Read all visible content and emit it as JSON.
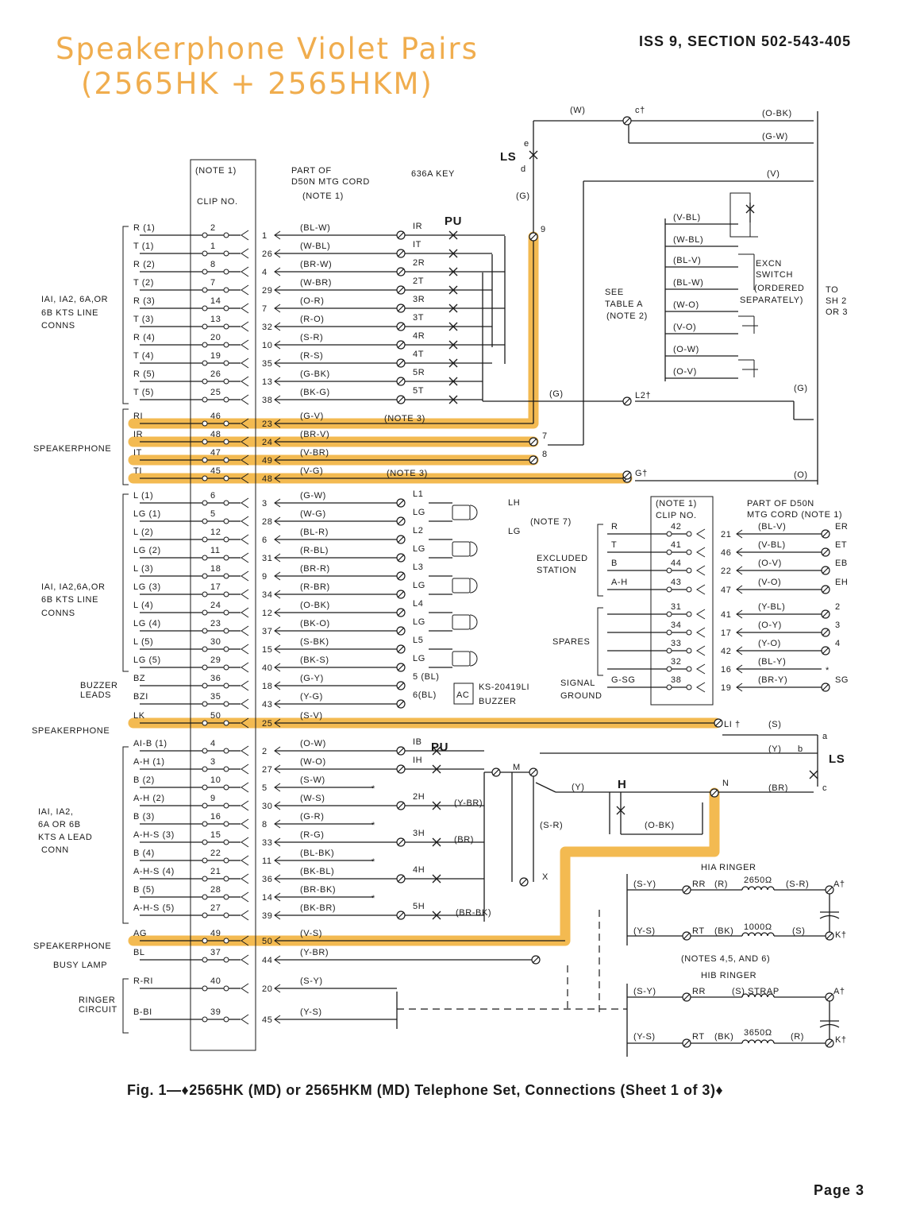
{
  "header": {
    "title_line1": "Speakerphone Violet Pairs",
    "title_line2": "(2565HK + 2565HKM)",
    "issue": "ISS 9, SECTION 502-543-405"
  },
  "figure": {
    "caption": "Fig. 1—♦2565HK (MD) or 2565HKM (MD) Telephone Set, Connections (Sheet 1 of 3)♦",
    "page": "Page 3",
    "highlight_color": "#f2b23e"
  },
  "block_labels": {
    "note1": "(NOTE 1)",
    "clip_no": "CLIP NO.",
    "part_d50n_1": "PART OF",
    "part_d50n_2": "D50N MTG CORD",
    "part_d50n_3": "(NOTE 1)",
    "key_636a": "636A KEY",
    "ls": "LS",
    "pu": "PU",
    "kts1_1": "IAI, IA2, 6A,OR",
    "kts1_2": "6B KTS LINE",
    "kts1_3": "CONNS",
    "speakerphone": "SPEAKERPHONE",
    "kts2_1": "IAI, IA2,6A,OR",
    "kts2_2": "6B KTS LINE",
    "kts2_3": "CONNS",
    "buzzer1": "BUZZER",
    "buzzer2": "LEADS",
    "kts3_1": "IAI, IA2,",
    "kts3_2": "6A OR 6B",
    "kts3_3": "KTS A LEAD",
    "kts3_4": "CONN",
    "busy_lamp": "BUSY LAMP",
    "ringer1": "RINGER",
    "ringer2": "CIRCUIT",
    "see_table1": "SEE",
    "see_table2": "TABLE A",
    "see_table3": "(NOTE 2)",
    "excn1": "EXCN",
    "excn2": "SWITCH",
    "excn3": "(ORDERED",
    "excn4": "SEPARATELY)",
    "tosh1": "TO",
    "tosh2": "SH 2",
    "tosh3": "OR 3",
    "note7": "(NOTE 7)",
    "note3": "(NOTE 3)",
    "excluded1": "EXCLUDED",
    "excluded2": "STATION",
    "spares": "SPARES",
    "signal1": "SIGNAL",
    "signal2": "GROUND",
    "part_d50n_r1": "PART OF D50N",
    "part_d50n_r2": "MTG CORD (NOTE 1)",
    "buzzer_part": "KS-20419LI",
    "buzzer_word": "BUZZER",
    "h1a_ringer": "HIA RINGER",
    "h1b_ringer": "HIB RINGER",
    "notes456": "(NOTES 4,5, AND 6)",
    "strap": "(S) STRAP",
    "lh": "LH",
    "lg": "LG",
    "ac": "AC"
  },
  "rows_top": [
    {
      "lead": "R (1)",
      "clip": "2",
      "pin": "1",
      "color": "(BL-W)",
      "term": "IR"
    },
    {
      "lead": "T (1)",
      "clip": "1",
      "pin": "26",
      "color": "(W-BL)",
      "term": "IT"
    },
    {
      "lead": "R (2)",
      "clip": "8",
      "pin": "4",
      "color": "(BR-W)",
      "term": "2R"
    },
    {
      "lead": "T (2)",
      "clip": "7",
      "pin": "29",
      "color": "(W-BR)",
      "term": "2T"
    },
    {
      "lead": "R (3)",
      "clip": "14",
      "pin": "7",
      "color": "(O-R)",
      "term": "3R"
    },
    {
      "lead": "T (3)",
      "clip": "13",
      "pin": "32",
      "color": "(R-O)",
      "term": "3T"
    },
    {
      "lead": "R (4)",
      "clip": "20",
      "pin": "10",
      "color": "(S-R)",
      "term": "4R"
    },
    {
      "lead": "T (4)",
      "clip": "19",
      "pin": "35",
      "color": "(R-S)",
      "term": "4T"
    },
    {
      "lead": "R (5)",
      "clip": "26",
      "pin": "13",
      "color": "(G-BK)",
      "term": "5R"
    },
    {
      "lead": "T (5)",
      "clip": "25",
      "pin": "38",
      "color": "(BK-G)",
      "term": "5T"
    }
  ],
  "rows_speaker": [
    {
      "lead": "RI",
      "clip": "46",
      "pin": "23",
      "color": "(G-V)",
      "term": ""
    },
    {
      "lead": "IR",
      "clip": "48",
      "pin": "24",
      "color": "(BR-V)",
      "term": "7"
    },
    {
      "lead": "IT",
      "clip": "47",
      "pin": "49",
      "color": "(V-BR)",
      "term": "8"
    },
    {
      "lead": "TI",
      "clip": "45",
      "pin": "48",
      "color": "(V-G)",
      "term": "G"
    }
  ],
  "rows_lamp": [
    {
      "lead": "L (1)",
      "clip": "6",
      "pin": "3",
      "color": "(G-W)",
      "term": "L1"
    },
    {
      "lead": "LG (1)",
      "clip": "5",
      "pin": "28",
      "color": "(W-G)",
      "term": "LG"
    },
    {
      "lead": "L (2)",
      "clip": "12",
      "pin": "6",
      "color": "(BL-R)",
      "term": "L2"
    },
    {
      "lead": "LG (2)",
      "clip": "11",
      "pin": "31",
      "color": "(R-BL)",
      "term": "LG"
    },
    {
      "lead": "L (3)",
      "clip": "18",
      "pin": "9",
      "color": "(BR-R)",
      "term": "L3"
    },
    {
      "lead": "LG (3)",
      "clip": "17",
      "pin": "34",
      "color": "(R-BR)",
      "term": "LG"
    },
    {
      "lead": "L (4)",
      "clip": "24",
      "pin": "12",
      "color": "(O-BK)",
      "term": "L4"
    },
    {
      "lead": "LG (4)",
      "clip": "23",
      "pin": "37",
      "color": "(BK-O)",
      "term": "LG"
    },
    {
      "lead": "L (5)",
      "clip": "30",
      "pin": "15",
      "color": "(S-BK)",
      "term": "L5"
    },
    {
      "lead": "LG (5)",
      "clip": "29",
      "pin": "40",
      "color": "(BK-S)",
      "term": "LG"
    },
    {
      "lead": "BZ",
      "clip": "36",
      "pin": "18",
      "color": "(G-Y)",
      "term": "5 (BL)"
    },
    {
      "lead": "BZI",
      "clip": "35",
      "pin": "43",
      "color": "(Y-G)",
      "term": "6(BL)"
    }
  ],
  "row_lk": {
    "lead": "LK",
    "clip": "50",
    "pin": "25",
    "color": "(S-V)",
    "term": "LI"
  },
  "rows_alead": [
    {
      "lead": "AI-B (1)",
      "clip": "4",
      "pin": "2",
      "color": "(O-W)",
      "term": "IB"
    },
    {
      "lead": "A-H (1)",
      "clip": "3",
      "pin": "27",
      "color": "(W-O)",
      "term": "IH"
    },
    {
      "lead": "B (2)",
      "clip": "10",
      "pin": "5",
      "color": "(S-W)",
      "term": "*"
    },
    {
      "lead": "A-H (2)",
      "clip": "9",
      "pin": "30",
      "color": "(W-S)",
      "term": "2H"
    },
    {
      "lead": "B (3)",
      "clip": "16",
      "pin": "8",
      "color": "(G-R)",
      "term": "*"
    },
    {
      "lead": "A-H-S (3)",
      "clip": "15",
      "pin": "33",
      "color": "(R-G)",
      "term": "3H"
    },
    {
      "lead": "B (4)",
      "clip": "22",
      "pin": "11",
      "color": "(BL-BK)",
      "term": "*"
    },
    {
      "lead": "A-H-S (4)",
      "clip": "21",
      "pin": "36",
      "color": "(BK-BL)",
      "term": "4H"
    },
    {
      "lead": "B (5)",
      "clip": "28",
      "pin": "14",
      "color": "(BR-BK)",
      "term": "*"
    },
    {
      "lead": "A-H-S (5)",
      "clip": "27",
      "pin": "39",
      "color": "(BK-BR)",
      "term": "5H"
    }
  ],
  "row_ag": {
    "lead": "AG",
    "clip": "49",
    "pin": "50",
    "color": "(V-S)",
    "term": ""
  },
  "row_bl": {
    "lead": "BL",
    "clip": "37",
    "pin": "44",
    "color": "(Y-BR)",
    "term": ""
  },
  "rows_ringer": [
    {
      "lead": "R-RI",
      "clip": "40",
      "pin": "20",
      "color": "(S-Y)"
    },
    {
      "lead": "B-BI",
      "clip": "39",
      "pin": "45",
      "color": "(Y-S)"
    }
  ],
  "excn_leads": [
    "(V-BL)",
    "(W-BL)",
    "(BL-V)",
    "(BL-W)",
    "(W-O)",
    "(V-O)",
    "(O-W)",
    "(O-V)"
  ],
  "excluded_rows": [
    {
      "lead": "R",
      "clip": "42",
      "pin": "21",
      "color": "(BL-V)",
      "term": "ER"
    },
    {
      "lead": "T",
      "clip": "41",
      "pin": "46",
      "color": "(V-BL)",
      "term": "ET"
    },
    {
      "lead": "B",
      "clip": "44",
      "pin": "22",
      "color": "(O-V)",
      "term": "EB"
    },
    {
      "lead": "A-H",
      "clip": "43",
      "pin": "47",
      "color": "(V-O)",
      "term": "EH"
    }
  ],
  "spare_rows": [
    {
      "lead": "",
      "clip": "31",
      "pin": "41",
      "color": "(Y-BL)",
      "term": "2"
    },
    {
      "lead": "",
      "clip": "34",
      "pin": "17",
      "color": "(O-Y)",
      "term": "3"
    },
    {
      "lead": "",
      "clip": "33",
      "pin": "42",
      "color": "(Y-O)",
      "term": "4"
    },
    {
      "lead": "",
      "clip": "32",
      "pin": "16",
      "color": "(BL-Y)",
      "term": "*"
    },
    {
      "lead": "G-SG",
      "clip": "38",
      "pin": "19",
      "color": "(BR-Y)",
      "term": "SG"
    }
  ],
  "top_right": {
    "w": "(W)",
    "ct": "c†",
    "obk": "(O-BK)",
    "gw": "(G-W)",
    "v": "(V)",
    "g": "(G)",
    "e": "e",
    "d": "d",
    "g_mid": "(G)",
    "l2t": "L2†",
    "g_right": "(G)",
    "o": "(O)",
    "n9": "9",
    "gt": "G†"
  },
  "lower_right": {
    "s": "(S)",
    "y": "(Y)",
    "br": "(BR)",
    "a": "a",
    "b": "b",
    "c": "c",
    "ls": "LS",
    "m": "M",
    "h": "H",
    "n": "N",
    "x": "X",
    "yb": "(Y)",
    "obk": "(O-BK)",
    "sr": "(S-R)",
    "ybr": "(Y-BR)",
    "br2": "(BR)",
    "brbk": "(BR-BK)",
    "pu": "PU",
    "li": "LI †"
  },
  "h1a": {
    "sy": "(S-Y)",
    "rr": "RR",
    "r": "(R)",
    "ohm1": "2650Ω",
    "sr": "(S-R)",
    "at": "A†",
    "ys": "(Y-S)",
    "rt": "RT",
    "bk": "(BK)",
    "ohm2": "1000Ω",
    "s": "(S)",
    "kt": "K†"
  },
  "h1b": {
    "sy": "(S-Y)",
    "rr": "RR",
    "at": "A†",
    "ys": "(Y-S)",
    "rt": "RT",
    "bk": "(BK)",
    "ohm": "3650Ω",
    "r": "(R)",
    "kt": "K†"
  }
}
